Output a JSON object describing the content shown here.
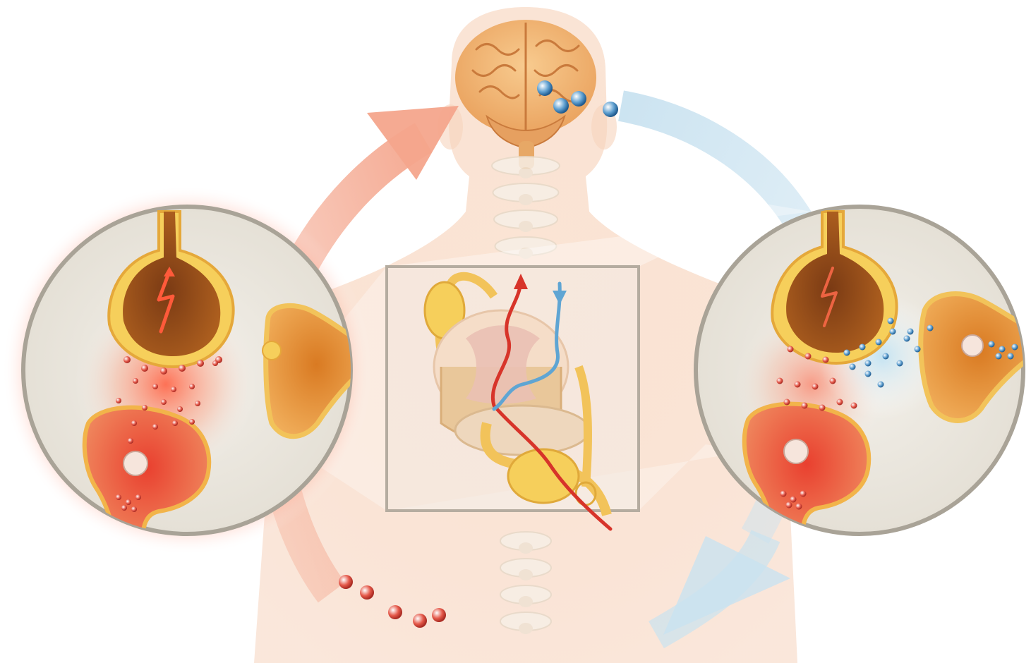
{
  "figure": {
    "background": "#ffffff",
    "colors": {
      "skin": "#f6d3bd",
      "skin_light": "#fbe6d8",
      "brain": "#f2b676",
      "spine": "#f7efe6",
      "neuron_yellow": "#f6cf5b",
      "neuron_orange": "#e89a3c",
      "neuron_red": "#e5453a",
      "ascending_signal": "#e8503e",
      "descending_signal": "#7bb8da",
      "ascending_arrow": "#f4a58c",
      "descending_arrow": "#c9e2f0",
      "inset_border": "#a9a397",
      "inset_fill": "#ebe7df",
      "pain_glow": "#ff6a4a",
      "vesicle_red": "#d9493c",
      "vesicle_blue": "#3f7fb8"
    },
    "panels": {
      "left_inset": "excitatory-synapse",
      "center_inset": "spinal-cord-cross-section",
      "right_inset": "inhibited-synapse"
    },
    "icons": {
      "ascending_arrow": "up-arc-arrow",
      "descending_arrow": "down-arc-arrow",
      "action_potential": "lightning-bolt"
    }
  }
}
